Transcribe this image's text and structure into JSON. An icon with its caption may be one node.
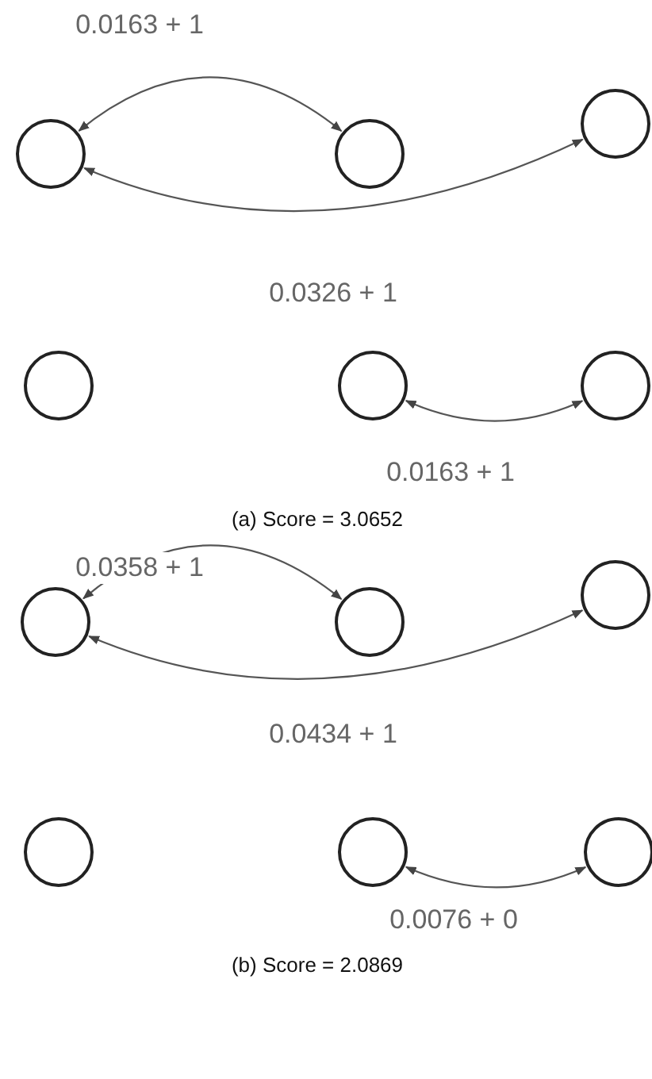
{
  "diagram": {
    "nodes": [
      {
        "text": [],
        "shape": "circle"
      },
      {
        "text": [],
        "shape": "circle"
      },
      {
        "text": [],
        "shape": "circle"
      },
      {
        "text": [],
        "shape": "circle"
      },
      {
        "text": [],
        "shape": "circle"
      },
      {
        "text": [],
        "shape": "circle"
      },
      {
        "text": [],
        "shape": "circle"
      },
      {
        "text": [],
        "shape": "circle"
      },
      {
        "text": [],
        "shape": "circle"
      },
      {
        "text": [],
        "shape": "circle"
      },
      {
        "text": [],
        "shape": "circle"
      },
      {
        "text": [],
        "shape": "circle"
      }
    ],
    "edges": [
      {
        "from": 0,
        "to": 1,
        "arrow": "both",
        "label": "0.0163 + 1"
      },
      {
        "from": 0,
        "to": 2,
        "arrow": "both",
        "label": "0.0326 + 1"
      },
      {
        "from": 4,
        "to": 5,
        "arrow": "both",
        "label": "0.0163 + 1"
      },
      {
        "from": 6,
        "to": 7,
        "arrow": "both",
        "label": "0.0358 + 1"
      },
      {
        "from": 6,
        "to": 8,
        "arrow": "both",
        "label": "0.0434 + 1"
      },
      {
        "from": 10,
        "to": 11,
        "arrow": "both",
        "label": "0.0076 + 0"
      }
    ],
    "labels": [
      "(a) Score = 3.0652",
      "(b) Score = 2.0869"
    ]
  }
}
